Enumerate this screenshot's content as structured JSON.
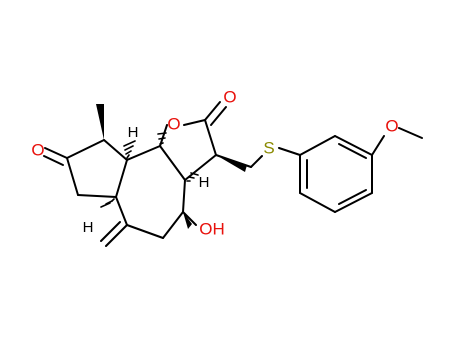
{
  "molecule": {
    "colors": {
      "bond": "#000000",
      "oxygen": "#e8120d",
      "sulfur": "#8a8a00",
      "text": "#000000",
      "background": "#ffffff"
    },
    "labels": {
      "ketone_O": "O",
      "lactone_carbonyl_O": "O",
      "ring_O": "O",
      "sulfur": "S",
      "methoxy_O": "O",
      "hydroxyl": "OH",
      "h_top": "H",
      "h_right": "H",
      "h_left": "H"
    }
  }
}
